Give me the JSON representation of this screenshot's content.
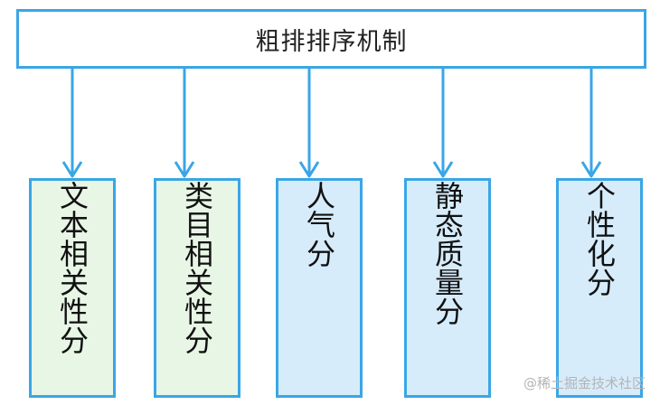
{
  "root": {
    "label": "粗排排序机制"
  },
  "children": [
    {
      "label": "文本相关性分",
      "fill": "#e8f6e6"
    },
    {
      "label": "类目相关性分",
      "fill": "#e8f6e6"
    },
    {
      "label": "人气分",
      "fill": "#d6ecfb"
    },
    {
      "label": "静态质量分",
      "fill": "#d6ecfb"
    },
    {
      "label": "个性化分",
      "fill": "#d6ecfb"
    }
  ],
  "colors": {
    "border": "#3aa6e6",
    "arrow": "#3aa6e6"
  },
  "watermark": "@稀土掘金技术社区"
}
